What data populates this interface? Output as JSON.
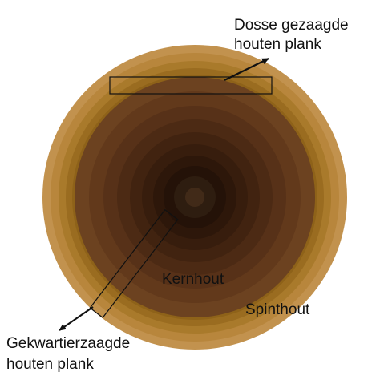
{
  "labels": {
    "flatsawn_line1": "Dosse gezaagde",
    "flatsawn_line2": "houten plank",
    "quartersawn_line1": "Gekwartierzaagde",
    "quartersawn_line2": "houten plank",
    "heartwood": "Kernhout",
    "sapwood": "Spinthout"
  },
  "colors": {
    "sapwood_rings": [
      "#c2924e",
      "#b8863c",
      "#a97a2b",
      "#9a6c20",
      "#8e6219"
    ],
    "heartwood_rings": [
      "#6c4220",
      "#62391b",
      "#573118",
      "#4c2a14",
      "#412310",
      "#371d0d",
      "#2d170a",
      "#241208"
    ],
    "pith": "#412a18",
    "pith_ring": "#2e1d10",
    "lines": "#111111"
  }
}
